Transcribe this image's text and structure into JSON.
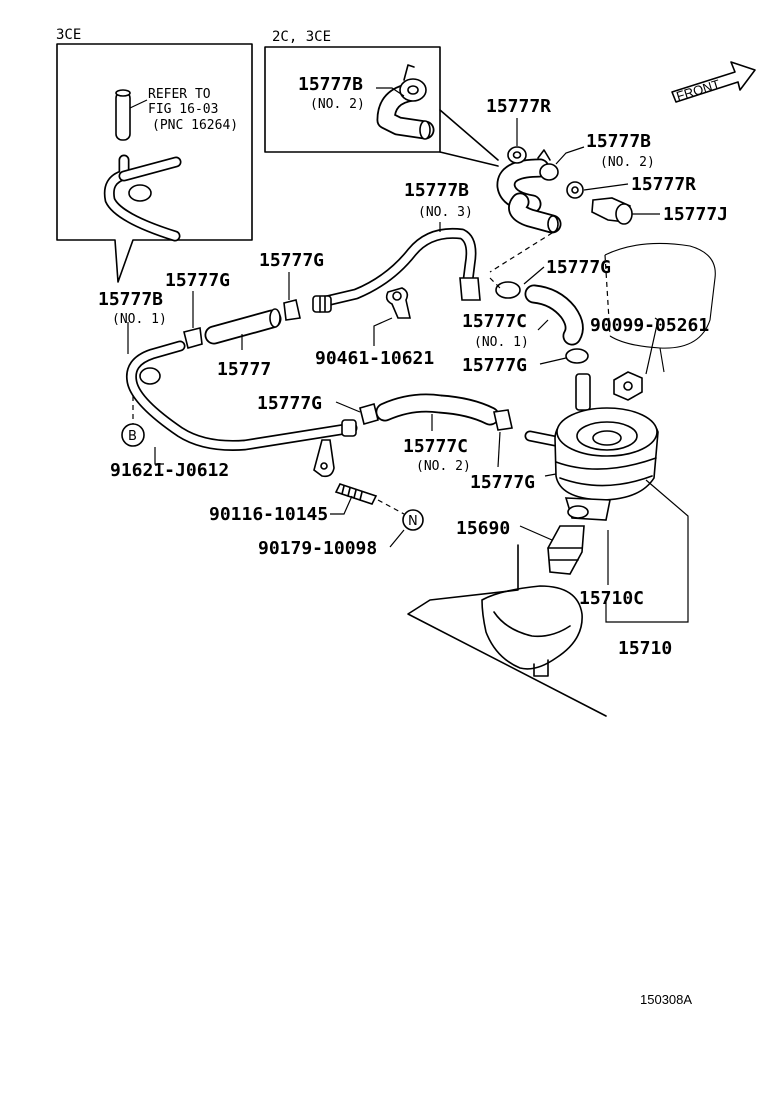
{
  "inset_captions": {
    "left": "3CE",
    "top": "2C, 3CE"
  },
  "refer_note": [
    "REFER TO",
    "FIG 16-03",
    "(PNC 16264)"
  ],
  "front_label": "FRONT",
  "circle_refs": [
    "B",
    "N"
  ],
  "labels": {
    "p15777b_no2": "15777B",
    "p15777b_no2_sub": "(NO. 2)",
    "p15777r_top": "15777R",
    "p15777b_right": "15777B",
    "p15777b_right_sub": "(NO. 2)",
    "p15777r_right": "15777R",
    "p15777j": "15777J",
    "p15777b_no3": "15777B",
    "p15777b_no3_sub": "(NO. 3)",
    "p15777g_a": "15777G",
    "p15777g_b": "15777G",
    "p15777g_c": "15777G",
    "p15777b_no1": "15777B",
    "p15777b_no1_sub": "(NO. 1)",
    "p15777c_no1": "15777C",
    "p15777c_no1_sub": "(NO. 1)",
    "p90099": "90099-05261",
    "p15777": "15777",
    "p90461": "90461-10621",
    "p15777g_d": "15777G",
    "p15777g_e": "15777G",
    "p15777c_no2": "15777C",
    "p15777c_no2_sub": "(NO. 2)",
    "p15777g_f": "15777G",
    "p91621": "91621-J0612",
    "p90116": "90116-10145",
    "p90179": "90179-10098",
    "p15690": "15690",
    "p15710c": "15710C",
    "p15710": "15710"
  },
  "diagram_id": "150308A"
}
